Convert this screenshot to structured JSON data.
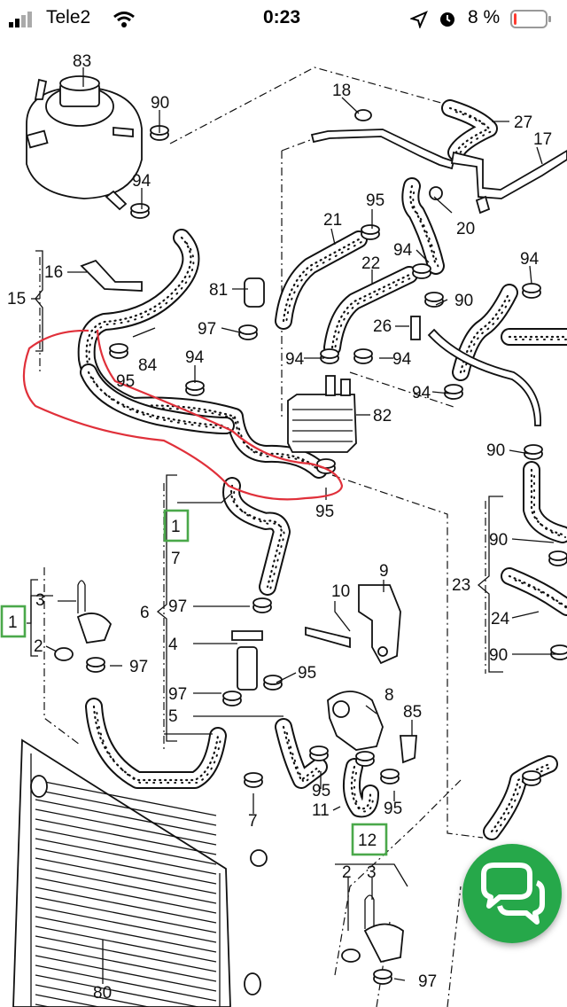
{
  "status_bar": {
    "carrier": "Tele2",
    "time": "0:23",
    "battery_percent": "8 %",
    "battery_level": 0.08,
    "battery_color": "#ff3b30"
  },
  "diagram": {
    "labels": {
      "l83": "83",
      "l90a": "90",
      "l94a": "94",
      "l18": "18",
      "l27": "27",
      "l17": "17",
      "l95a": "95",
      "l20": "20",
      "l21": "21",
      "l94b": "94",
      "l22": "22",
      "l94c": "94",
      "l90b": "90",
      "l16": "16",
      "l15": "15",
      "l81": "81",
      "l97a": "97",
      "l26": "26",
      "l84": "84",
      "l94d": "94",
      "l95b": "95",
      "l94e": "94",
      "l94f": "94",
      "l94g": "94",
      "l82": "82",
      "l90c": "90",
      "l95c": "95",
      "l7a": "7",
      "l6": "6",
      "l97b": "97",
      "l9": "9",
      "l10": "10",
      "l3a": "3",
      "l2a": "2",
      "l97c": "97",
      "l4": "4",
      "l95d": "95",
      "l97d": "97",
      "l5": "5",
      "l8": "8",
      "l85": "85",
      "l7b": "7",
      "l95e": "95",
      "l11": "11",
      "l95f": "95",
      "l23": "23",
      "l90d": "90",
      "l24": "24",
      "l90e": "90",
      "l2b": "2",
      "l3b": "3",
      "l97e": "97",
      "l80": "80"
    },
    "callouts": {
      "box1_top": "1",
      "box1_left": "1",
      "box12": "12"
    },
    "highlight_color": "#e0303a",
    "callout_color": "#4aa84a"
  },
  "chat_button": {
    "color": "#26a84a",
    "icon": "chat-bubbles-icon"
  }
}
